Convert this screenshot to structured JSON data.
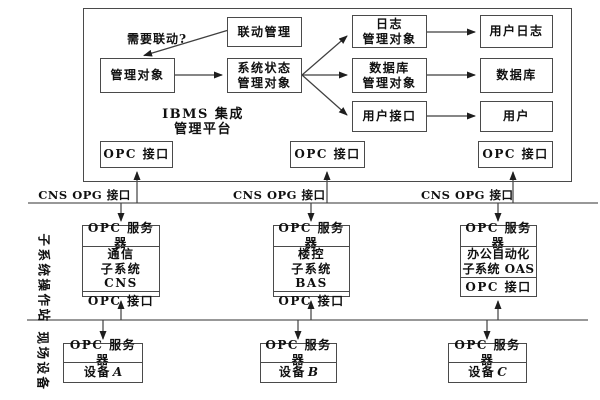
{
  "palette": {
    "line": "#4a4a4a",
    "bus_line": "#767676",
    "arrow_fill": "#1e1e1e",
    "text": "#101010",
    "background": "#ffffff"
  },
  "platform": {
    "title": {
      "line1": "IBMS 集成",
      "line2": "管理平台"
    },
    "question_label": "需要联动?",
    "linkage_label": "联动管理",
    "managed_object_label": "管理对象",
    "system_status": {
      "line1": "系统状态",
      "line2": "管理对象"
    },
    "log_manager": {
      "line1": "日志",
      "line2": "管理对象"
    },
    "db_manager": {
      "line1": "数据库",
      "line2": "管理对象"
    },
    "user_interface_label": "用户接口",
    "user_log_label": "用户日志",
    "database_label": "数据库",
    "user_label": "用户",
    "opc_interface_label": "OPC 接口"
  },
  "bus": {
    "interface_label": "CNS OPG 接口"
  },
  "subsystems": {
    "side_label": "子系统操作站",
    "opc_server_label": "OPC 服务器",
    "opc_interface_label": "OPC 接口",
    "items": [
      {
        "line1": "通信",
        "line2": "子系统 CNS"
      },
      {
        "line1": "楼控",
        "line2": "子系统 BAS"
      },
      {
        "line1": "办公自动化",
        "line2": "子系统 OAS"
      }
    ]
  },
  "devices": {
    "side_label": "现场设备",
    "opc_server_label": "OPC 服务器",
    "items": [
      {
        "name": "设备",
        "id": "A"
      },
      {
        "name": "设备",
        "id": "B"
      },
      {
        "name": "设备",
        "id": "C"
      }
    ]
  }
}
